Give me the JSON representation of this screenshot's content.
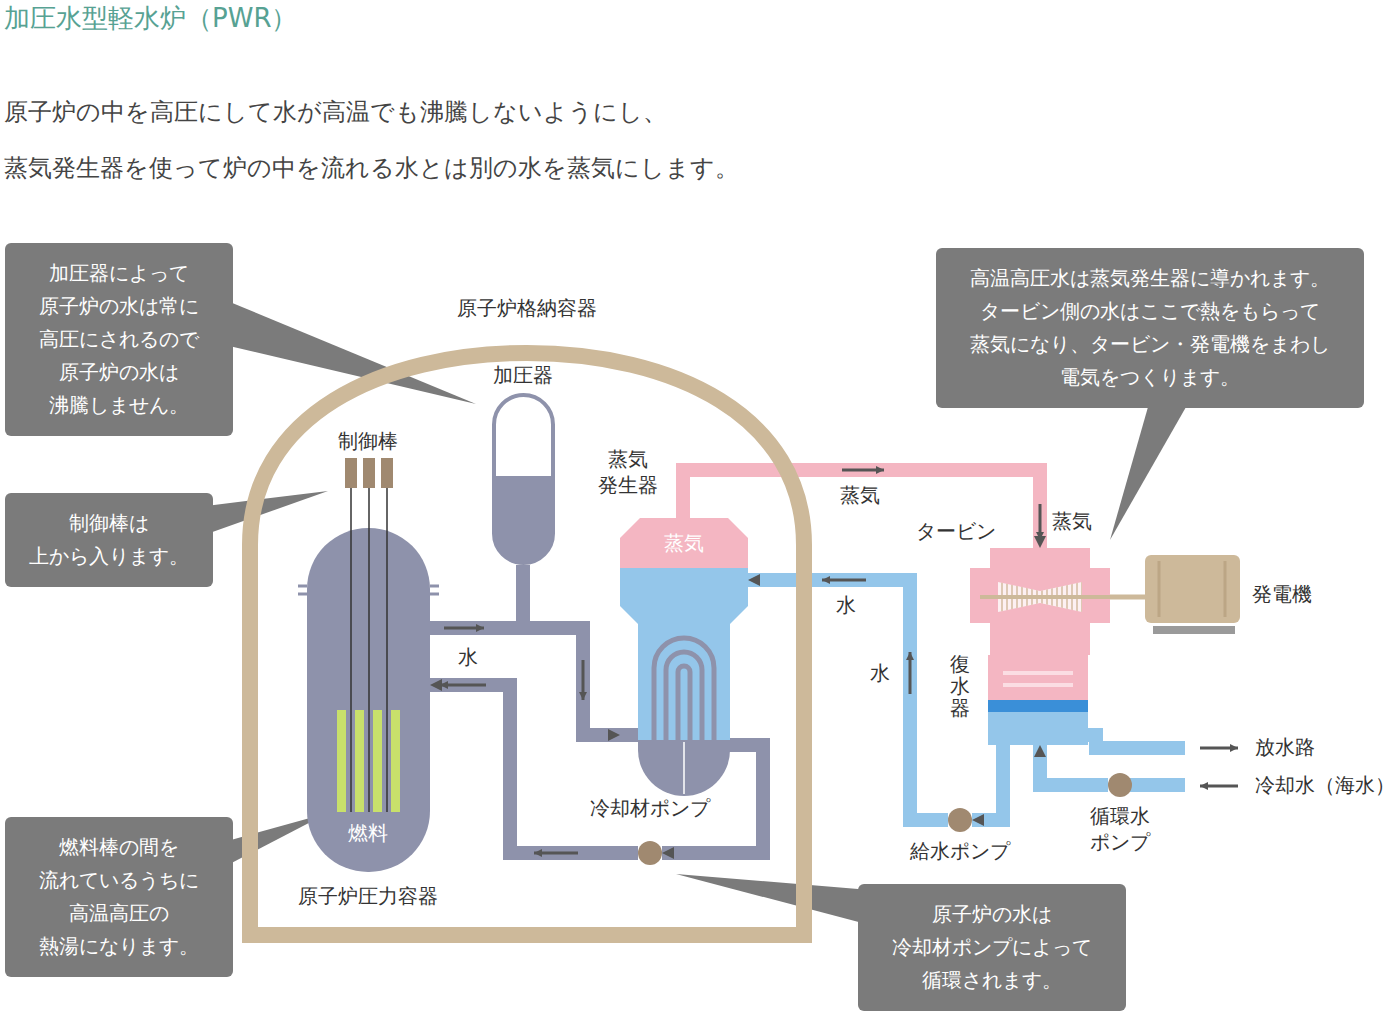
{
  "diagram": {
    "title": "加圧水型軽水炉（PWR）",
    "caption": "原子炉の中を高圧にして水が高温でも沸騰しないようにし、 蒸気発生器を使って炉の中を流れる水とは別の水を蒸気にします。",
    "nodes": [
      {
        "text": [
          "加圧器によって 原子炉の水は常に 高圧にされるので 原子炉の水は 沸騰しません。"
        ]
      },
      {
        "text": [
          "原子炉格納容器"
        ]
      },
      {
        "text": [
          "加圧器"
        ],
        "in": 1
      },
      {
        "text": [
          "蒸気 発生器",
          "蒸気"
        ],
        "in": 1
      },
      {
        "text": [
          "燃料",
          "原子炉圧力容器"
        ],
        "in": 1
      },
      {
        "text": [
          "冷却材ポンプ"
        ],
        "in": 1
      },
      {
        "text": [
          "制御棒は 上から入ります。"
        ]
      },
      {
        "text": [
          "燃料棒の間を 流れているうちに 高温高圧の 熱湯になります。"
        ]
      },
      {
        "text": [
          "原子炉の水は 冷却材ポンプによって 循環されます。"
        ]
      },
      {
        "text": [
          "高温高圧水は蒸気発生器に導かれます。 タービン側の水はここで熱をもらって 蒸気になり、タービン・発電機をまわし 電気をつくります。"
        ]
      },
      {
        "text": [
          "タービン"
        ]
      },
      {
        "text": [
          "発電機"
        ]
      },
      {
        "text": [
          "復水器"
        ]
      },
      {
        "text": [
          "給水ポンプ"
        ]
      },
      {
        "text": [
          "循環水 ポンプ"
        ]
      }
    ],
    "edges": [
      {
        "from": 4,
        "to": 3,
        "arrow": "to"
      },
      {
        "from": 2,
        "to": 4,
        "arrow": "none"
      },
      {
        "from": 3,
        "to": 5,
        "arrow": "to"
      },
      {
        "from": 5,
        "to": 4,
        "arrow": "to"
      },
      {
        "from": 3,
        "to": 10,
        "label": "蒸気",
        "arrow": "to"
      },
      {
        "from": 10,
        "to": 11,
        "arrow": "none"
      },
      {
        "from": 12,
        "to": 13,
        "arrow": "to"
      },
      {
        "from": 13,
        "to": 3,
        "label": "水",
        "arrow": "to"
      },
      {
        "from": 14,
        "to": 12,
        "arrow": "to"
      }
    ],
    "labels": [
      "制御棒",
      "水",
      "蒸気",
      "水",
      "放水路",
      "冷却水（海水）"
    ]
  }
}
